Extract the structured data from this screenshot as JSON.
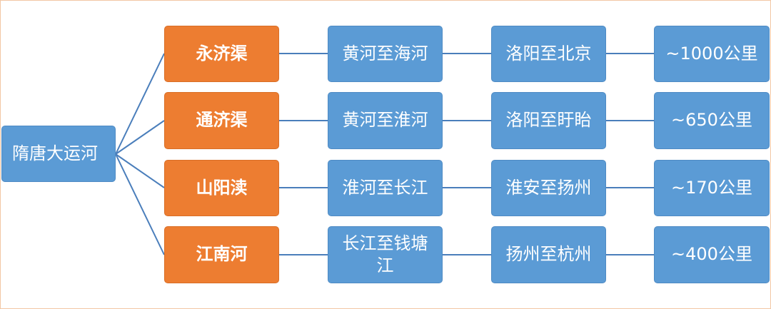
{
  "root": {
    "label": "隋唐大运河"
  },
  "rows": [
    {
      "canal": "永济渠",
      "rivers": "黄河至海河",
      "cities": "洛阳至北京",
      "length": "~1000公里"
    },
    {
      "canal": "通济渠",
      "rivers": "黄河至淮河",
      "cities": "洛阳至盱眙",
      "length": "~650公里"
    },
    {
      "canal": "山阳渎",
      "rivers": "淮河至长江",
      "cities": "淮安至扬州",
      "length": "~170公里"
    },
    {
      "canal": "江南河",
      "rivers": "长江至钱塘江",
      "cities": "扬州至杭州",
      "length": "~400公里"
    }
  ],
  "colors": {
    "node_blue": "#5b9bd5",
    "node_orange": "#ed7d31",
    "connector": "#4a7ebb"
  }
}
